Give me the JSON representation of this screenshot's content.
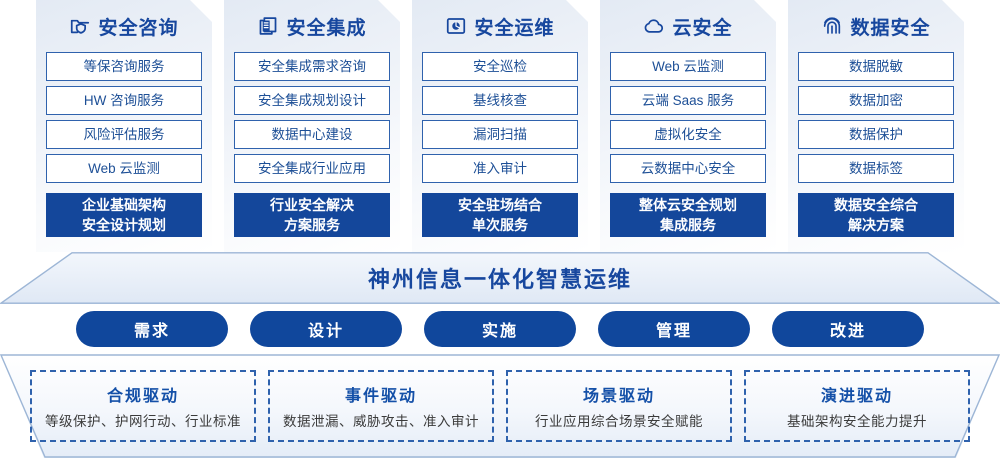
{
  "colors": {
    "brand_blue": "#17479e",
    "deep_blue": "#14479b",
    "pill_blue": "#10479c",
    "outline_blue": "#2f62ad",
    "panel_light": "#eef2f8",
    "text_dark": "#3b3b3b"
  },
  "pillars": [
    {
      "icon": "folder-shield-icon",
      "title": "安全咨询",
      "services": [
        "等保咨询服务",
        "HW 咨询服务",
        "风险评估服务",
        "Web 云监测"
      ],
      "highlight": [
        "企业基础架构",
        "安全设计规划"
      ]
    },
    {
      "icon": "stacked-documents-icon",
      "title": "安全集成",
      "services": [
        "安全集成需求咨询",
        "安全集成规划设计",
        "数据中心建设",
        "安全集成行业应用"
      ],
      "highlight": [
        "行业安全解决",
        "方案服务"
      ]
    },
    {
      "icon": "monitor-chart-icon",
      "title": "安全运维",
      "services": [
        "安全巡检",
        "基线核查",
        "漏洞扫描",
        "准入审计"
      ],
      "highlight": [
        "安全驻场结合",
        "单次服务"
      ]
    },
    {
      "icon": "cloud-icon",
      "title": "云安全",
      "services": [
        "Web 云监测",
        "云端 Saas 服务",
        "虚拟化安全",
        "云数据中心安全"
      ],
      "highlight": [
        "整体云安全规划",
        "集成服务"
      ]
    },
    {
      "icon": "fingerprint-icon",
      "title": "数据安全",
      "services": [
        "数据脱敏",
        "数据加密",
        "数据保护",
        "数据标签"
      ],
      "highlight": [
        "数据安全综合",
        "解决方案"
      ]
    }
  ],
  "banner": {
    "title": "神州信息一体化智慧运维"
  },
  "phases": [
    {
      "label": "需求"
    },
    {
      "label": "设计"
    },
    {
      "label": "实施"
    },
    {
      "label": "管理"
    },
    {
      "label": "改进"
    }
  ],
  "drivers": [
    {
      "title": "合规驱动",
      "subtitle": "等级保护、护网行动、行业标准"
    },
    {
      "title": "事件驱动",
      "subtitle": "数据泄漏、威胁攻击、准入审计"
    },
    {
      "title": "场景驱动",
      "subtitle": "行业应用综合场景安全赋能"
    },
    {
      "title": "演进驱动",
      "subtitle": "基础架构安全能力提升"
    }
  ]
}
